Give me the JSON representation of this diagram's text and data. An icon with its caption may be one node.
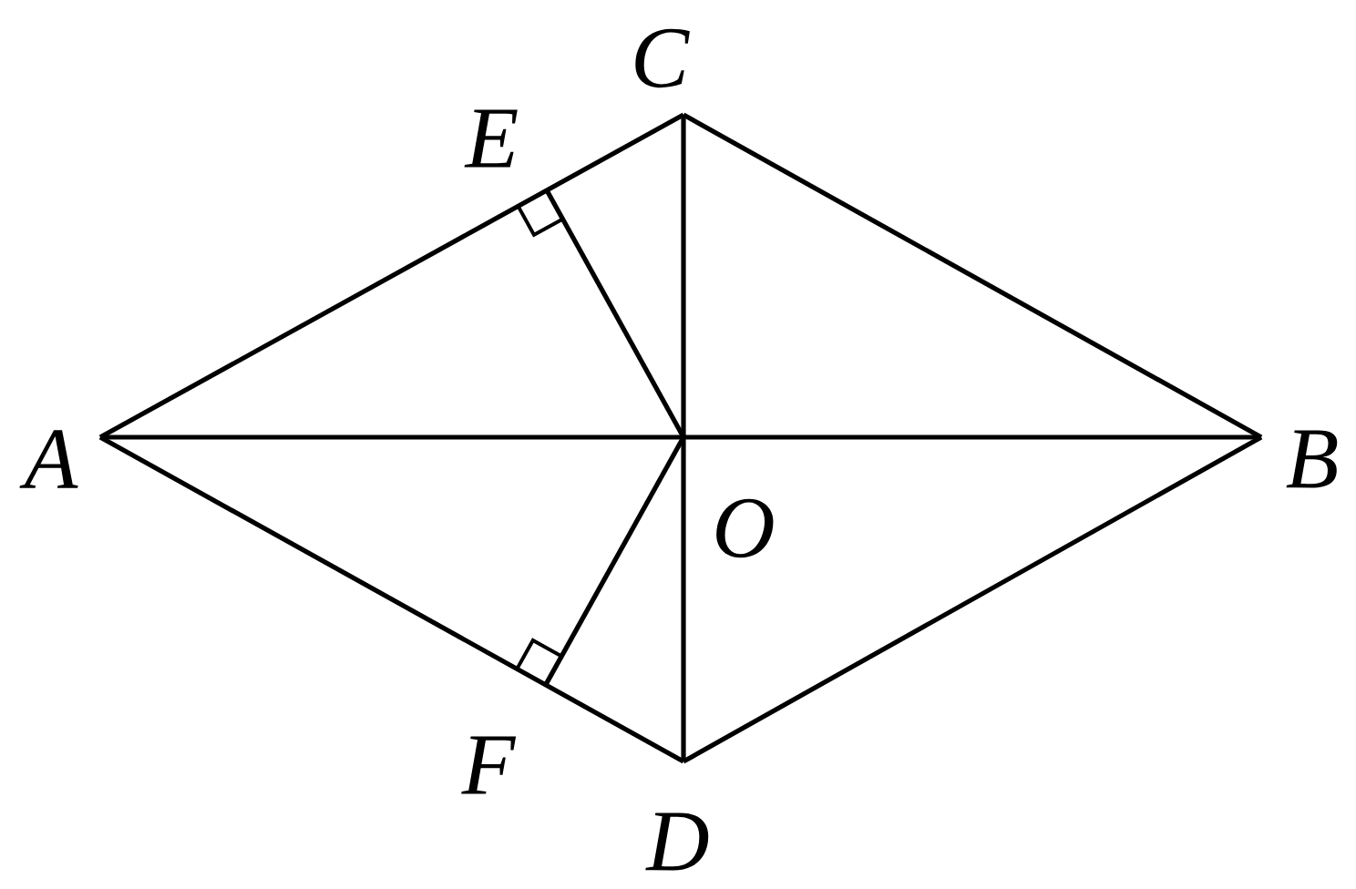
{
  "diagram": {
    "labels": [
      "C",
      "E",
      "A",
      "B",
      "O",
      "F",
      "D"
    ]
  }
}
